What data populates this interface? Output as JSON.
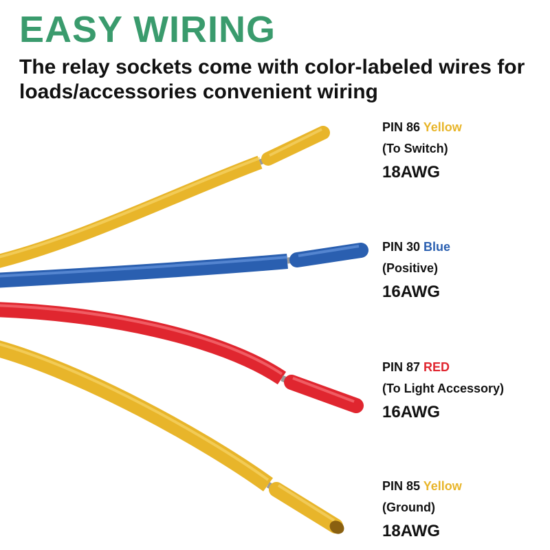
{
  "header": {
    "title": "EASY WIRING",
    "subtitle": "The relay sockets come with color-labeled wires for loads/accessories convenient wiring"
  },
  "colors": {
    "title": "#3a9b6d",
    "yellow": "#e8b52a",
    "blue": "#2a5fb0",
    "red": "#e0262f"
  },
  "pins": [
    {
      "pin": "PIN 86",
      "color_name": "Yellow",
      "color": "#e8b52a",
      "desc": "(To Switch)",
      "gauge": "18AWG"
    },
    {
      "pin": "PIN 30",
      "color_name": "Blue",
      "color": "#2a5fb0",
      "desc": "(Positive)",
      "gauge": "16AWG"
    },
    {
      "pin": "PIN 87",
      "color_name": "RED",
      "color": "#e0262f",
      "desc": "(To Light Accessory)",
      "gauge": "16AWG"
    },
    {
      "pin": "PIN 85",
      "color_name": "Yellow",
      "color": "#e8b52a",
      "desc": "(Ground)",
      "gauge": "18AWG"
    }
  ]
}
